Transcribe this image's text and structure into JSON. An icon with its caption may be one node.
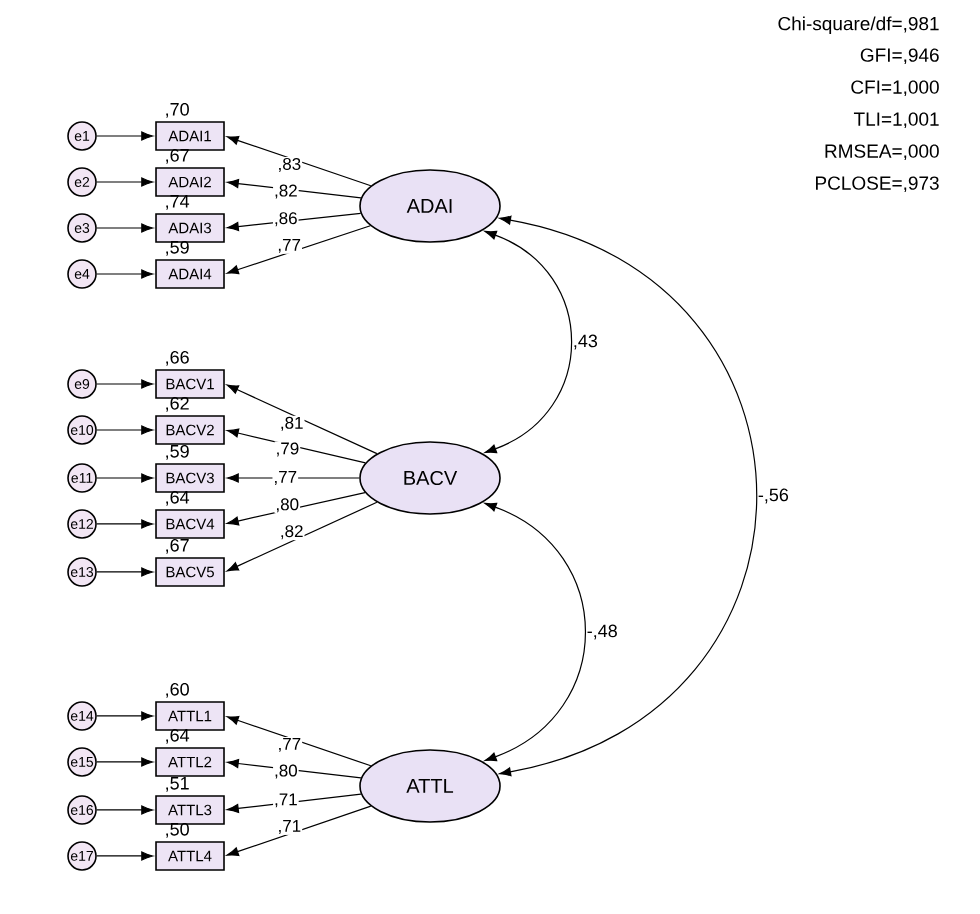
{
  "diagram": {
    "nodes": [
      {
        "text": [
          "e1"
        ]
      },
      {
        "text": [
          "ADAI1"
        ],
        "beside": [
          ",70"
        ]
      },
      {
        "text": [
          "e2"
        ]
      },
      {
        "text": [
          "ADAI2"
        ],
        "beside": [
          ",67"
        ]
      },
      {
        "text": [
          "e3"
        ]
      },
      {
        "text": [
          "ADAI3"
        ],
        "beside": [
          ",74"
        ]
      },
      {
        "text": [
          "e4"
        ]
      },
      {
        "text": [
          "ADAI4"
        ],
        "beside": [
          ",59"
        ]
      },
      {
        "text": [
          "ADAI"
        ]
      },
      {
        "text": [
          "e9"
        ]
      },
      {
        "text": [
          "BACV1"
        ],
        "beside": [
          ",66"
        ]
      },
      {
        "text": [
          "e10"
        ]
      },
      {
        "text": [
          "BACV2"
        ],
        "beside": [
          ",62"
        ]
      },
      {
        "text": [
          "e11"
        ]
      },
      {
        "text": [
          "BACV3"
        ],
        "beside": [
          ",59"
        ]
      },
      {
        "text": [
          "e12"
        ]
      },
      {
        "text": [
          "BACV4"
        ],
        "beside": [
          ",64"
        ]
      },
      {
        "text": [
          "e13"
        ]
      },
      {
        "text": [
          "BACV5"
        ],
        "beside": [
          ",67"
        ]
      },
      {
        "text": [
          "BACV"
        ]
      },
      {
        "text": [
          "e14"
        ]
      },
      {
        "text": [
          "ATTL1"
        ],
        "beside": [
          ",60"
        ]
      },
      {
        "text": [
          "e15"
        ]
      },
      {
        "text": [
          "ATTL2"
        ],
        "beside": [
          ",64"
        ]
      },
      {
        "text": [
          "e16"
        ]
      },
      {
        "text": [
          "ATTL3"
        ],
        "beside": [
          ",51"
        ]
      },
      {
        "text": [
          "e17"
        ]
      },
      {
        "text": [
          "ATTL4"
        ],
        "beside": [
          ",50"
        ]
      },
      {
        "text": [
          "ATTL"
        ]
      }
    ],
    "edges": [
      {
        "from": 0,
        "to": 1,
        "arrow": "to"
      },
      {
        "from": 2,
        "to": 3,
        "arrow": "to"
      },
      {
        "from": 4,
        "to": 5,
        "arrow": "to"
      },
      {
        "from": 6,
        "to": 7,
        "arrow": "to"
      },
      {
        "from": 8,
        "to": 1,
        "arrow": "to",
        "label": ",83"
      },
      {
        "from": 8,
        "to": 3,
        "arrow": "to",
        "label": ",82"
      },
      {
        "from": 8,
        "to": 5,
        "arrow": "to",
        "label": ",86"
      },
      {
        "from": 8,
        "to": 7,
        "arrow": "to",
        "label": ",77"
      },
      {
        "from": 9,
        "to": 10,
        "arrow": "to"
      },
      {
        "from": 11,
        "to": 12,
        "arrow": "to"
      },
      {
        "from": 13,
        "to": 14,
        "arrow": "to"
      },
      {
        "from": 15,
        "to": 16,
        "arrow": "to"
      },
      {
        "from": 17,
        "to": 18,
        "arrow": "to"
      },
      {
        "from": 19,
        "to": 10,
        "arrow": "to",
        "label": ",81"
      },
      {
        "from": 19,
        "to": 12,
        "arrow": "to",
        "label": ",79"
      },
      {
        "from": 19,
        "to": 14,
        "arrow": "to",
        "label": ",77"
      },
      {
        "from": 19,
        "to": 16,
        "arrow": "to",
        "label": ",80"
      },
      {
        "from": 19,
        "to": 18,
        "arrow": "to",
        "label": ",82"
      },
      {
        "from": 20,
        "to": 21,
        "arrow": "to"
      },
      {
        "from": 22,
        "to": 23,
        "arrow": "to"
      },
      {
        "from": 24,
        "to": 25,
        "arrow": "to"
      },
      {
        "from": 26,
        "to": 27,
        "arrow": "to"
      },
      {
        "from": 28,
        "to": 21,
        "arrow": "to",
        "label": ",77"
      },
      {
        "from": 28,
        "to": 23,
        "arrow": "to",
        "label": ",80"
      },
      {
        "from": 28,
        "to": 25,
        "arrow": "to",
        "label": ",71"
      },
      {
        "from": 28,
        "to": 27,
        "arrow": "to",
        "label": ",71"
      },
      {
        "from": 8,
        "to": 19,
        "arrow": "both",
        "label": ",43"
      },
      {
        "from": 19,
        "to": 28,
        "arrow": "both",
        "label": "-,48"
      },
      {
        "from": 8,
        "to": 28,
        "arrow": "both",
        "label": "-,56"
      }
    ],
    "labels": [
      "Chi-square/df=,981",
      "GFI=,946",
      "CFI=1,000",
      "TLI=1,001",
      "RMSEA=,000",
      "PCLOSE=,973"
    ]
  }
}
